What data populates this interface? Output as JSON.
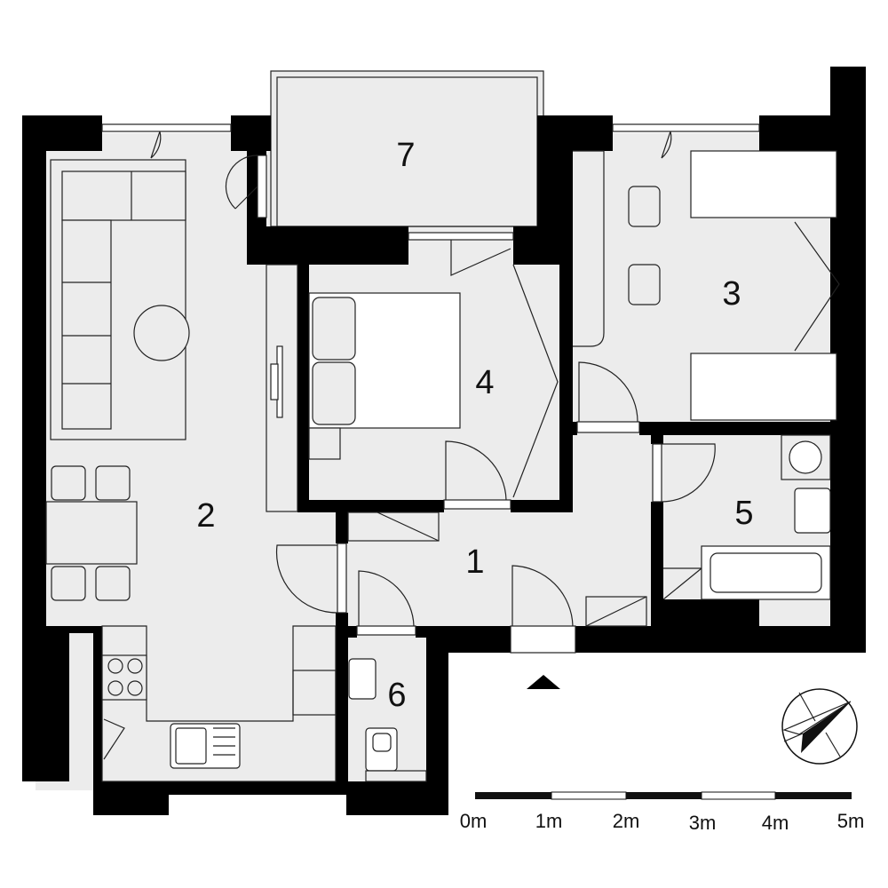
{
  "plan": {
    "rooms": [
      {
        "number": "1"
      },
      {
        "number": "2"
      },
      {
        "number": "3"
      },
      {
        "number": "4"
      },
      {
        "number": "5"
      },
      {
        "number": "6"
      },
      {
        "number": "7"
      }
    ],
    "scale_bar": {
      "labels": [
        "0m",
        "1m",
        "2m",
        "3m",
        "4m",
        "5m"
      ]
    },
    "colors": {
      "wall": "#000000",
      "floor": "#ececec"
    }
  }
}
